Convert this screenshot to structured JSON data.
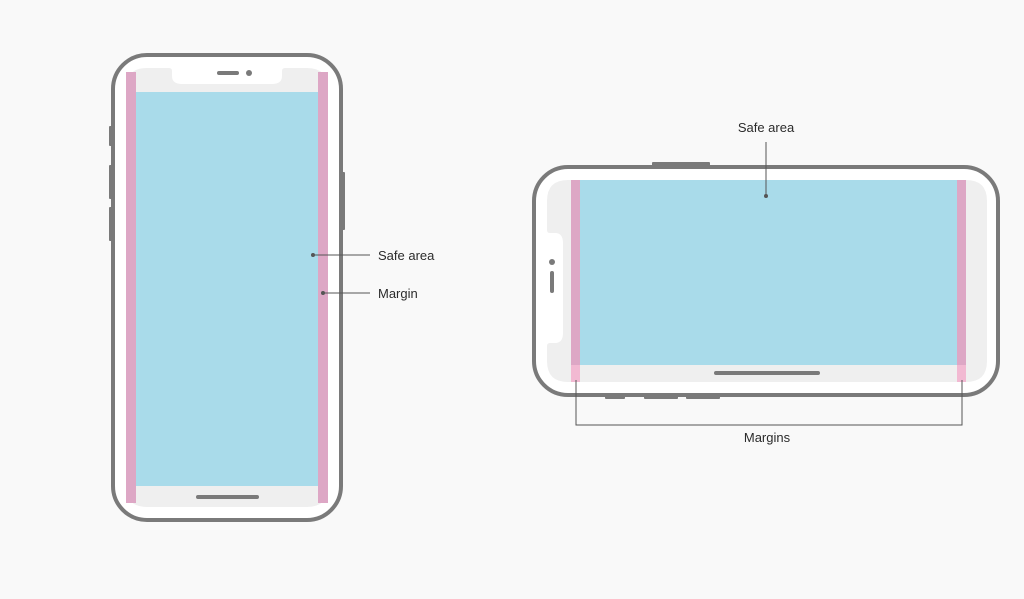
{
  "colors": {
    "background": "#f9f9f9",
    "device_outline": "#7a7a7a",
    "screen_gray": "#efefef",
    "safe_area": "#a9dbea",
    "margin": "#dda7c5",
    "margin_bottom": "#f2b9d2",
    "label_text": "#2b2b2b",
    "leader_line": "#555555"
  },
  "portrait": {
    "safe_area_label": "Safe area",
    "margin_label": "Margin"
  },
  "landscape": {
    "safe_area_label": "Safe area",
    "margins_label": "Margins"
  }
}
